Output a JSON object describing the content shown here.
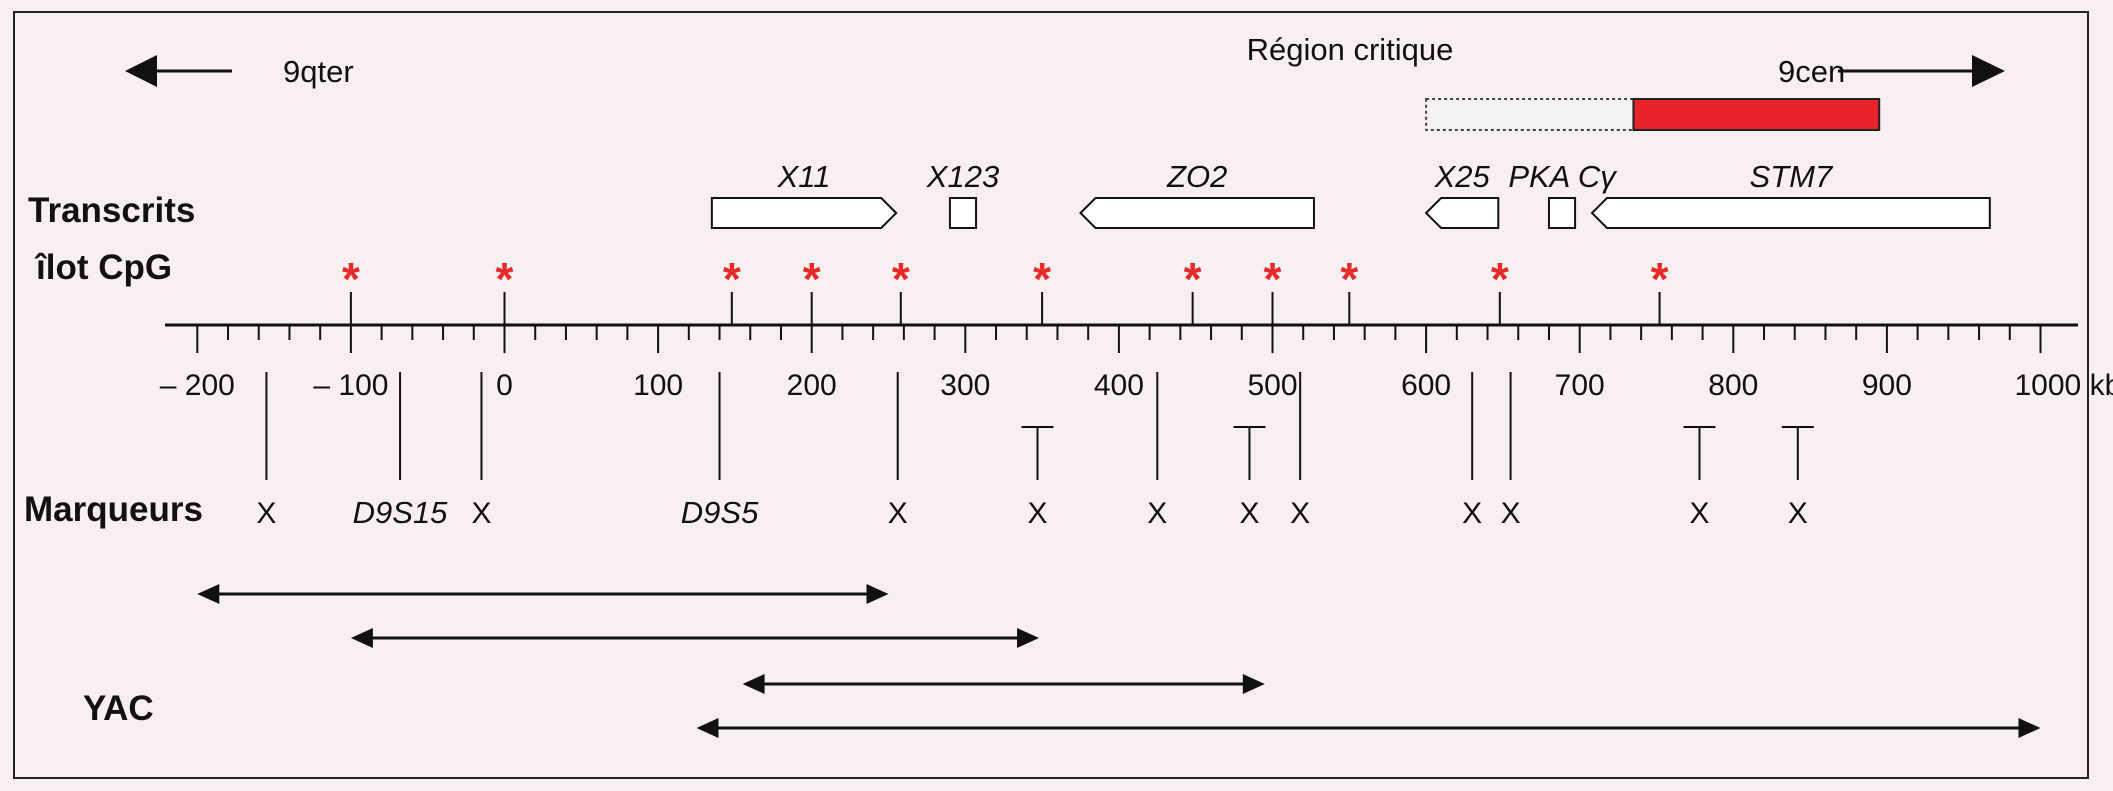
{
  "direction": {
    "left": "9qter",
    "right": "9cen"
  },
  "critical_region": {
    "label": "Région critique",
    "start": 600,
    "split": 735,
    "end": 895,
    "color": "#e8232a"
  },
  "labels": {
    "transcripts": "Transcrits",
    "cpg": "îlot CpG",
    "markers": "Marqueurs",
    "yac": "YAC"
  },
  "axis": {
    "unit": "kb",
    "ticks": [
      {
        "value": -200,
        "label": "– 200"
      },
      {
        "value": -100,
        "label": "– 100"
      },
      {
        "value": 0,
        "label": "0"
      },
      {
        "value": 100,
        "label": "100"
      },
      {
        "value": 200,
        "label": "200"
      },
      {
        "value": 300,
        "label": "300"
      },
      {
        "value": 400,
        "label": "400"
      },
      {
        "value": 500,
        "label": "500"
      },
      {
        "value": 600,
        "label": "600"
      },
      {
        "value": 700,
        "label": "700"
      },
      {
        "value": 800,
        "label": "800"
      },
      {
        "value": 900,
        "label": "900"
      },
      {
        "value": 1000,
        "label": "1000 kb"
      }
    ]
  },
  "transcripts": [
    {
      "name": "X11",
      "start": 135,
      "end": 255,
      "dir": "right"
    },
    {
      "name": "X123",
      "start": 290,
      "end": 307,
      "dir": "none"
    },
    {
      "name": "ZO2",
      "start": 375,
      "end": 527,
      "dir": "left"
    },
    {
      "name": "X25",
      "start": 600,
      "end": 647,
      "dir": "left"
    },
    {
      "name": "PKA Cγ",
      "start": 680,
      "end": 697,
      "dir": "none"
    },
    {
      "name": "STM7",
      "start": 708,
      "end": 967,
      "dir": "left"
    }
  ],
  "cpg_islands": [
    -100,
    0,
    148,
    200,
    258,
    350,
    448,
    500,
    550,
    648,
    752
  ],
  "markers": [
    {
      "pos": -155,
      "label": "X",
      "italic": false,
      "cap": false
    },
    {
      "pos": -68,
      "label": "D9S15",
      "italic": true,
      "cap": false
    },
    {
      "pos": -15,
      "label": "X",
      "italic": false,
      "cap": false
    },
    {
      "pos": 140,
      "label": "D9S5",
      "italic": true,
      "cap": false
    },
    {
      "pos": 256,
      "label": "X",
      "italic": false,
      "cap": false
    },
    {
      "pos": 347,
      "label": "X",
      "italic": false,
      "cap": true
    },
    {
      "pos": 425,
      "label": "X",
      "italic": false,
      "cap": false
    },
    {
      "pos": 485,
      "label": "X",
      "italic": false,
      "cap": true
    },
    {
      "pos": 518,
      "label": "X",
      "italic": false,
      "cap": false
    },
    {
      "pos": 630,
      "label": "X",
      "italic": false,
      "cap": false
    },
    {
      "pos": 655,
      "label": "X",
      "italic": false,
      "cap": false
    },
    {
      "pos": 778,
      "label": "X",
      "italic": false,
      "cap": true
    },
    {
      "pos": 842,
      "label": "X",
      "italic": false,
      "cap": true
    }
  ],
  "yacs": [
    {
      "start": -200,
      "end": 250
    },
    {
      "start": -100,
      "end": 348
    },
    {
      "start": 155,
      "end": 495
    },
    {
      "start": 125,
      "end": 1000
    }
  ]
}
